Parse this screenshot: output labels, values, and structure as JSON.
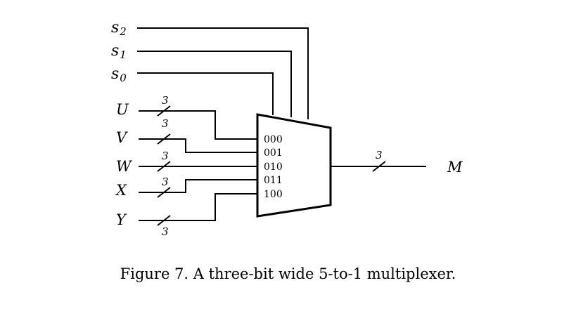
{
  "select": [
    {
      "letter": "s",
      "sub": "2"
    },
    {
      "letter": "s",
      "sub": "1"
    },
    {
      "letter": "s",
      "sub": "0"
    }
  ],
  "inputs": [
    {
      "label": "U",
      "width": "3",
      "code": "000"
    },
    {
      "label": "V",
      "width": "3",
      "code": "001"
    },
    {
      "label": "W",
      "width": "3",
      "code": "010"
    },
    {
      "label": "X",
      "width": "3",
      "code": "011"
    },
    {
      "label": "Y",
      "width": "3",
      "code": "100"
    }
  ],
  "output": {
    "label": "M",
    "width": "3"
  },
  "caption": "Figure 7. A three-bit wide 5-to-1 multiplexer."
}
